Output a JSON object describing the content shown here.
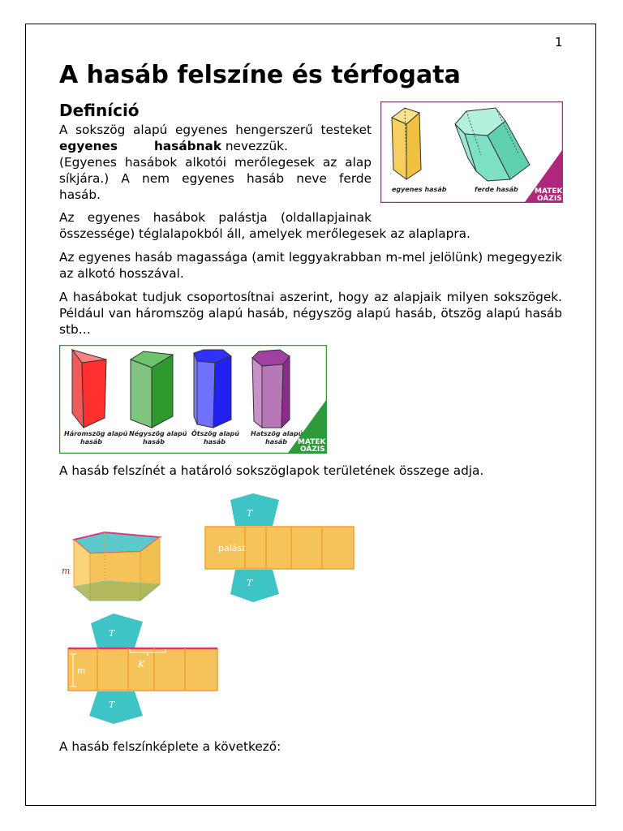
{
  "page_number": "1",
  "title": "A hasáb felszíne és térfogata",
  "definition_heading": "Definíció",
  "def_para": {
    "line1": "A sokszög alapú egyenes hengerszerű testeket",
    "bold": "egyenes hasábnak",
    "line2_rest": " nevezzük.",
    "line3": "(Egyenes hasábok alkotói merőlegesek az alap",
    "line4": "síkjára.) A nem egyenes hasáb neve ferde",
    "line5": "hasáb."
  },
  "figure1": {
    "caption_left": "egyenes hasáb",
    "caption_right": "ferde hasáb",
    "brand_line1": "MATEK",
    "brand_line2": "OÁZIS"
  },
  "para2": {
    "line1": "Az egyenes hasábok palástja (oldallapjainak",
    "line2": "összessége) téglalapokból áll, amelyek merőlegesek az alaplapra."
  },
  "para3": "Az egyenes hasáb magassága (amit leggyakrabban m-mel jelölünk) megegyezik az alkotó hosszával.",
  "para4": "A hasábokat tudjuk csoportosítnai aszerint, hogy az alapjaik milyen sokszögek. Például van háromszög alapú hasáb, négyszög alapú hasáb, ötszög alapú hasáb stb…",
  "figure2": {
    "captions": [
      [
        "Háromszög alapú",
        "hasáb"
      ],
      [
        "Négyszög alapú",
        "hasáb"
      ],
      [
        "Ötszög alapú",
        "hasáb"
      ],
      [
        "Hatszög alapú",
        "hasáb"
      ]
    ],
    "brand_line1": "MATEK",
    "brand_line2": "OÁZIS"
  },
  "para5": "A hasáb felszínét a határoló sokszöglapok területének összege adja.",
  "net_labels": {
    "m": "m",
    "palast": "palást",
    "T": "T",
    "K": "K"
  },
  "para6": "A hasáb felszínképlete a következő:",
  "colors": {
    "yellow_prism": "#f5d060",
    "teal_prism": "#7ee0c4",
    "magenta_accent": "#b0267a",
    "green_accent": "#2e9a3c",
    "net_orange": "#f5c35a",
    "net_teal": "#3ec4c4"
  }
}
